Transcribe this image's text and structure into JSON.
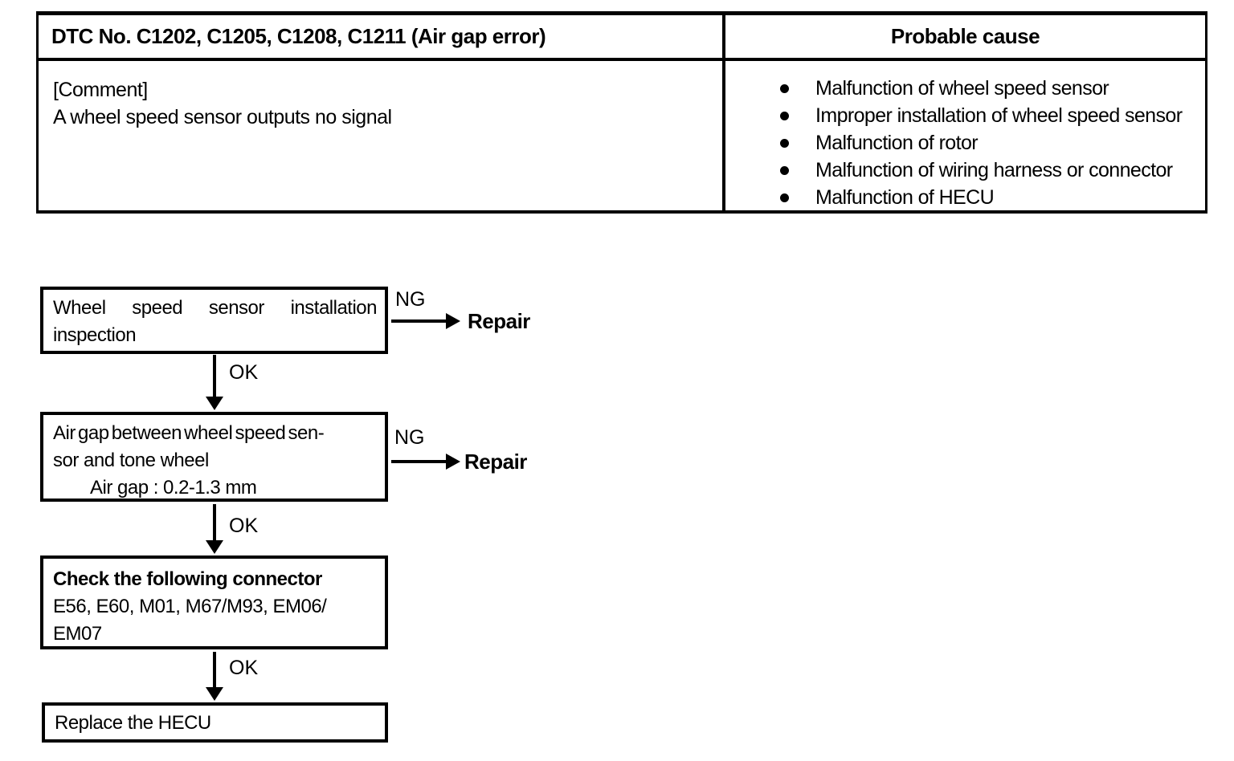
{
  "page": {
    "paper_color": "#ffffff",
    "ink_color": "#000000"
  },
  "dtc_table": {
    "dtc_header": "DTC No. C1202, C1205, C1208, C1211 (Air gap error)",
    "probable_cause_header": "Probable cause",
    "comment_label": "[Comment]",
    "comment_text": "A wheel speed sensor outputs no signal",
    "causes": [
      "Malfunction of wheel speed sensor",
      "Improper installation of wheel speed sensor",
      "Malfunction of rotor",
      "Malfunction of wiring harness or connector",
      "Malfunction of HECU"
    ]
  },
  "flowchart": {
    "labels": {
      "ok": "OK",
      "ng": "NG",
      "repair": "Repair"
    },
    "step1": {
      "line1": "Wheel speed sensor installation",
      "line2": "inspection"
    },
    "step2": {
      "line1": "Air gap between wheel speed sen-",
      "line2": "sor and tone wheel",
      "spec": "Air gap : 0.2-1.3 mm"
    },
    "step3": {
      "title": "Check the following connector",
      "line1": "E56, E60, M01, M67/M93, EM06/",
      "line2": "EM07"
    },
    "step4": {
      "text": "Replace the HECU"
    }
  }
}
